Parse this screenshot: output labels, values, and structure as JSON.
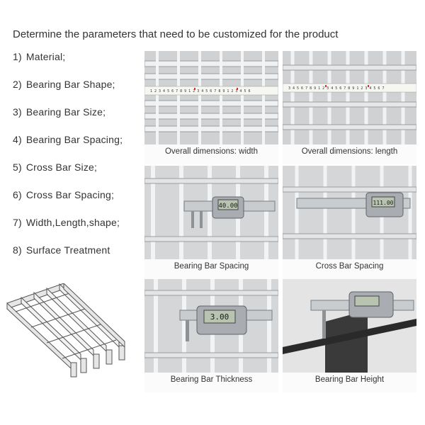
{
  "title": "Determine the parameters that need to be customized for the product",
  "parameters": [
    {
      "num": "1)",
      "label": "Material;"
    },
    {
      "num": "2)",
      "label": "Bearing Bar Shape;"
    },
    {
      "num": "3)",
      "label": "Bearing Bar Size;"
    },
    {
      "num": "4)",
      "label": "Bearing Bar Spacing;"
    },
    {
      "num": "5)",
      "label": "Cross Bar Size;"
    },
    {
      "num": "6)",
      "label": "Cross Bar Spacing;"
    },
    {
      "num": "7)",
      "label": "Width,Length,shape;"
    },
    {
      "num": "8)",
      "label": "Surface Treatment"
    }
  ],
  "photos": [
    {
      "caption": "Overall dimensions:  width"
    },
    {
      "caption": "Overall dimensions:  length"
    },
    {
      "caption": "Bearing Bar Spacing",
      "readout": "40.00"
    },
    {
      "caption": "Cross Bar  Spacing",
      "readout": "111.00"
    },
    {
      "caption": "Bearing Bar Thickness",
      "readout": "3.00"
    },
    {
      "caption": "Bearing Bar Height"
    }
  ],
  "colors": {
    "steel": "#b9bcbf",
    "steel_dark": "#8e9295",
    "background_dark": "#3a3a3a",
    "caliper": "#c9cccf",
    "lcd": "#b8c4b0",
    "ruler_mark": "#d0312d"
  }
}
